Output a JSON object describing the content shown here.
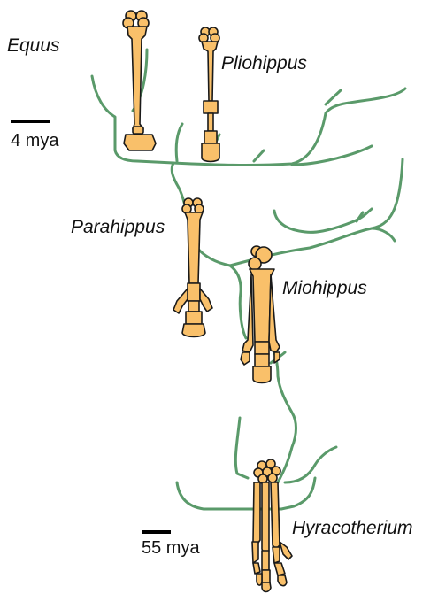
{
  "taxa": {
    "equus": "Equus",
    "pliohippus": "Pliohippus",
    "parahippus": "Parahippus",
    "miohippus": "Miohippus",
    "hyracotherium": "Hyracotherium"
  },
  "time_scale": {
    "upper": "4 mya",
    "lower": "55 mya"
  },
  "colors": {
    "tree": "#5a9a6a",
    "bone_fill": "#f9c06a",
    "bone_stroke": "#1a1a1a",
    "scale_bar": "#000000"
  }
}
